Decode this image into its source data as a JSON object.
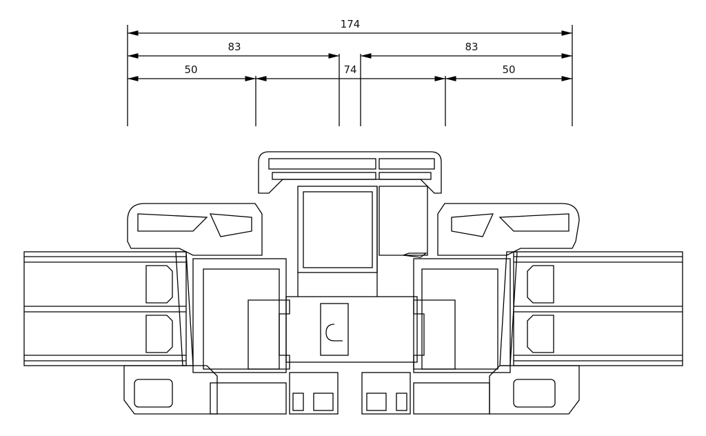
{
  "dimensions": {
    "overall": "174",
    "left_sash": "83",
    "right_sash": "83",
    "left_glass": "50",
    "center": "74",
    "right_glass": "50"
  }
}
